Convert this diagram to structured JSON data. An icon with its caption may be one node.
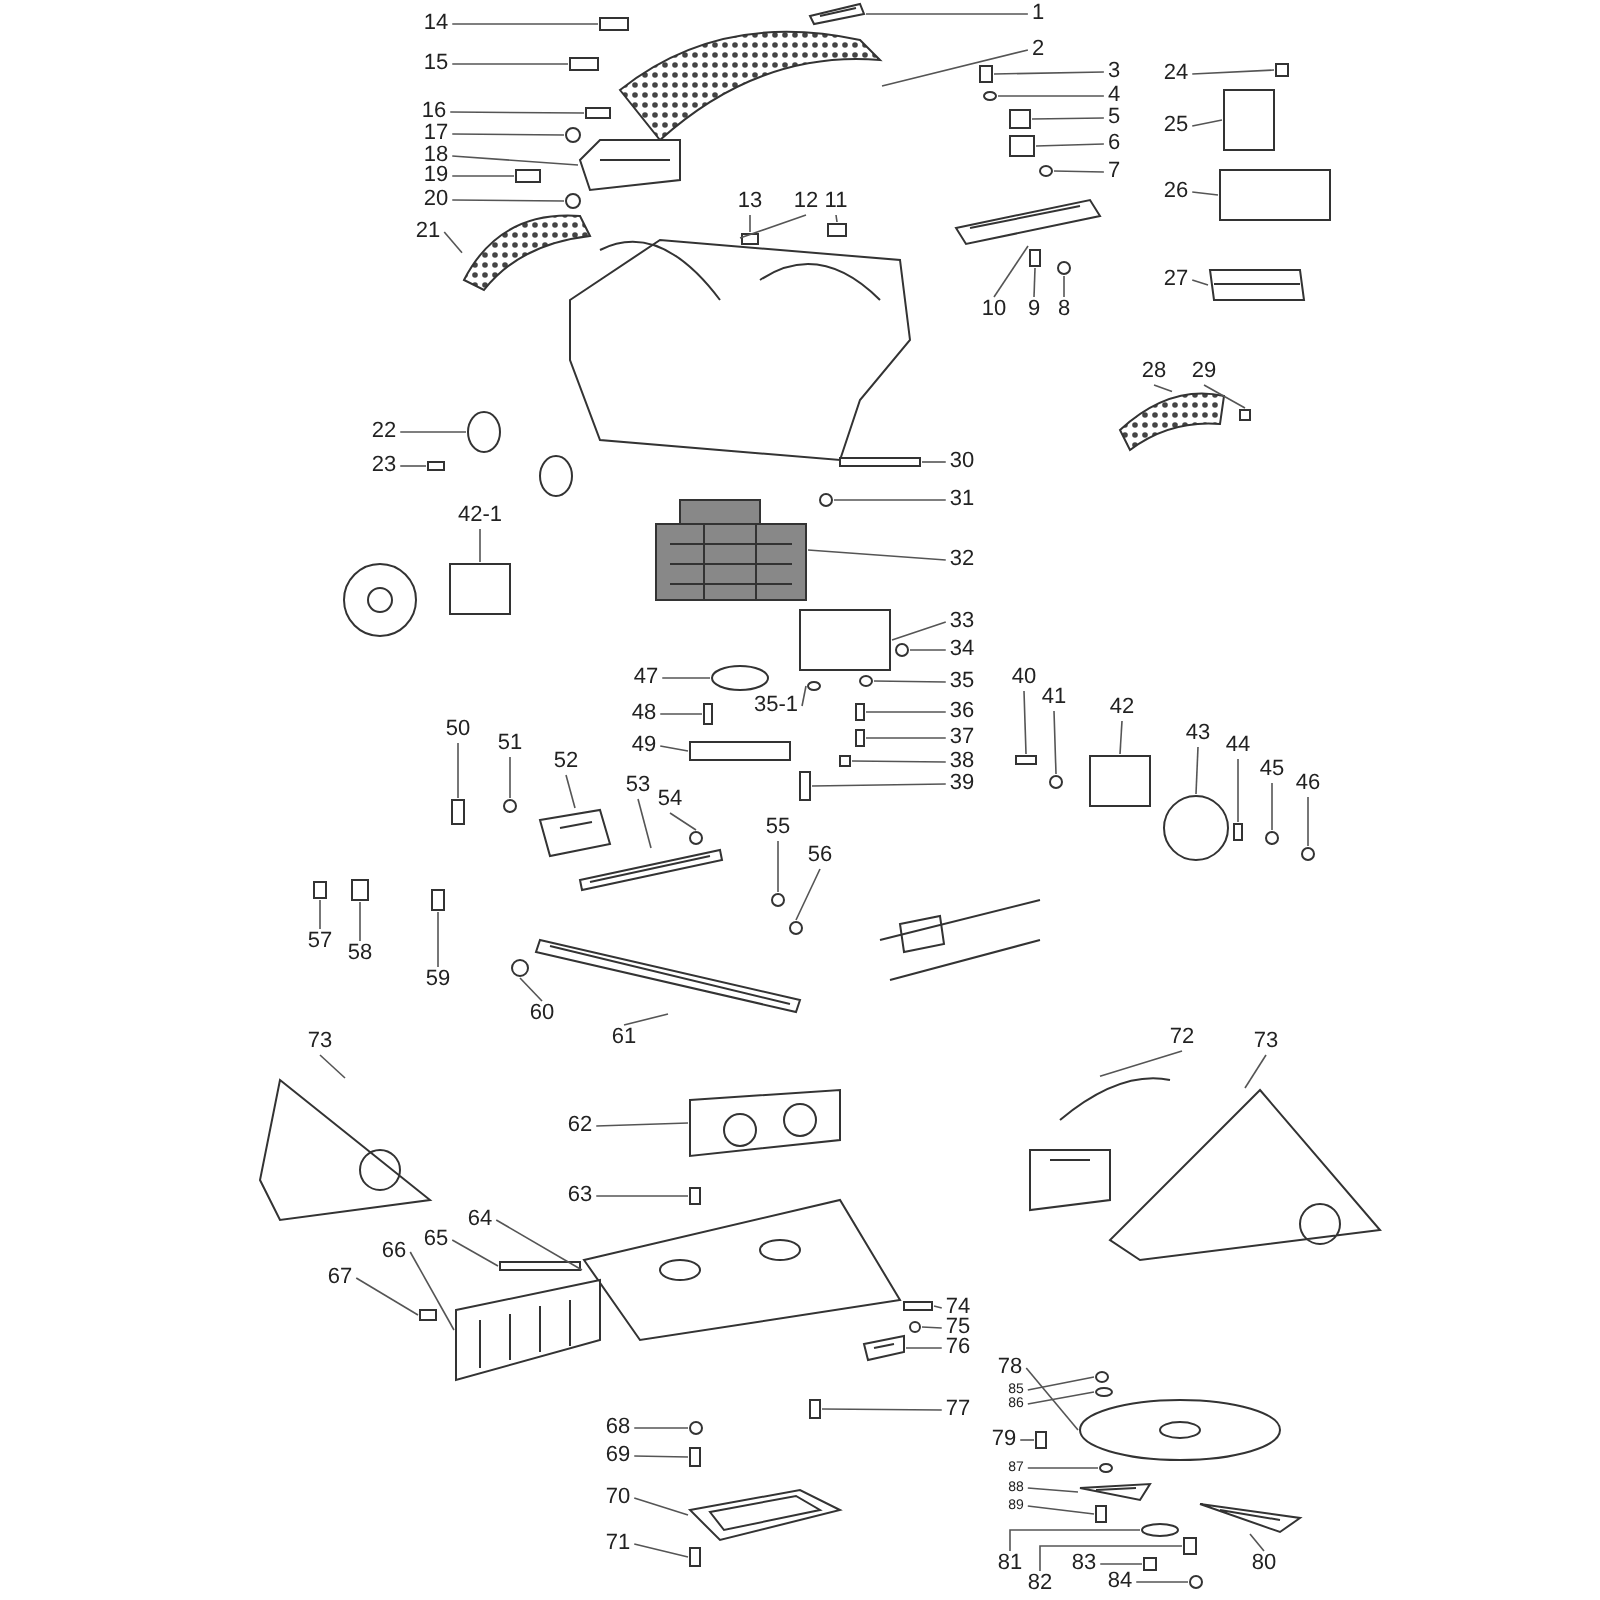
{
  "diagram": {
    "nodes": [
      {
        "text": [
          "1"
        ]
      },
      {
        "text": [
          "2"
        ]
      },
      {
        "text": [
          "3"
        ]
      },
      {
        "text": [
          "4"
        ]
      },
      {
        "text": [
          "5"
        ]
      },
      {
        "text": [
          "6"
        ]
      },
      {
        "text": [
          "7"
        ]
      },
      {
        "text": [
          "8"
        ]
      },
      {
        "text": [
          "9"
        ]
      },
      {
        "text": [
          "10"
        ]
      },
      {
        "text": [
          "11"
        ]
      },
      {
        "text": [
          "12"
        ]
      },
      {
        "text": [
          "13"
        ]
      },
      {
        "text": [
          "14"
        ]
      },
      {
        "text": [
          "15"
        ]
      },
      {
        "text": [
          "16"
        ]
      },
      {
        "text": [
          "17"
        ]
      },
      {
        "text": [
          "18"
        ]
      },
      {
        "text": [
          "19"
        ]
      },
      {
        "text": [
          "20"
        ]
      },
      {
        "text": [
          "21"
        ]
      },
      {
        "text": [
          "22"
        ]
      },
      {
        "text": [
          "23"
        ]
      },
      {
        "text": [
          "24"
        ]
      },
      {
        "text": [
          "25"
        ]
      },
      {
        "text": [
          "26"
        ]
      },
      {
        "text": [
          "27"
        ]
      },
      {
        "text": [
          "28"
        ]
      },
      {
        "text": [
          "29"
        ]
      },
      {
        "text": [
          "30"
        ]
      },
      {
        "text": [
          "31"
        ]
      },
      {
        "text": [
          "32"
        ]
      },
      {
        "text": [
          "33"
        ]
      },
      {
        "text": [
          "34"
        ]
      },
      {
        "text": [
          "35"
        ]
      },
      {
        "text": [
          "35-1"
        ]
      },
      {
        "text": [
          "36"
        ]
      },
      {
        "text": [
          "37"
        ]
      },
      {
        "text": [
          "38"
        ]
      },
      {
        "text": [
          "39"
        ]
      },
      {
        "text": [
          "40"
        ]
      },
      {
        "text": [
          "41"
        ]
      },
      {
        "text": [
          "42"
        ]
      },
      {
        "text": [
          "42-1"
        ]
      },
      {
        "text": [
          "43"
        ]
      },
      {
        "text": [
          "44"
        ]
      },
      {
        "text": [
          "45"
        ]
      },
      {
        "text": [
          "46"
        ]
      },
      {
        "text": [
          "47"
        ]
      },
      {
        "text": [
          "48"
        ]
      },
      {
        "text": [
          "49"
        ]
      },
      {
        "text": [
          "50"
        ]
      },
      {
        "text": [
          "51"
        ]
      },
      {
        "text": [
          "52"
        ]
      },
      {
        "text": [
          "53"
        ]
      },
      {
        "text": [
          "54"
        ]
      },
      {
        "text": [
          "55"
        ]
      },
      {
        "text": [
          "56"
        ]
      },
      {
        "text": [
          "57"
        ]
      },
      {
        "text": [
          "58"
        ]
      },
      {
        "text": [
          "59"
        ]
      },
      {
        "text": [
          "60"
        ]
      },
      {
        "text": [
          "61"
        ]
      },
      {
        "text": [
          "62"
        ]
      },
      {
        "text": [
          "63"
        ]
      },
      {
        "text": [
          "64"
        ]
      },
      {
        "text": [
          "65"
        ]
      },
      {
        "text": [
          "66"
        ]
      },
      {
        "text": [
          "67"
        ]
      },
      {
        "text": [
          "68"
        ]
      },
      {
        "text": [
          "69"
        ]
      },
      {
        "text": [
          "70"
        ]
      },
      {
        "text": [
          "71"
        ]
      },
      {
        "text": [
          "72"
        ]
      },
      {
        "text": [
          "73"
        ]
      },
      {
        "text": [
          "73"
        ]
      },
      {
        "text": [
          "74"
        ]
      },
      {
        "text": [
          "75"
        ]
      },
      {
        "text": [
          "76"
        ]
      },
      {
        "text": [
          "77"
        ]
      },
      {
        "text": [
          "78"
        ]
      },
      {
        "text": [
          "79"
        ]
      },
      {
        "text": [
          "80"
        ]
      },
      {
        "text": [
          "81"
        ]
      },
      {
        "text": [
          "82"
        ]
      },
      {
        "text": [
          "83"
        ]
      },
      {
        "text": [
          "84"
        ]
      },
      {
        "text": [
          "85"
        ]
      },
      {
        "text": [
          "86"
        ]
      },
      {
        "text": [
          "87"
        ]
      },
      {
        "text": [
          "88"
        ]
      },
      {
        "text": [
          "89"
        ]
      },
      {
        "text": [],
        "shape": "picture"
      },
      {
        "text": [],
        "shape": "picture"
      },
      {
        "text": [],
        "shape": "box"
      },
      {
        "text": [],
        "shape": "circle"
      },
      {
        "text": [],
        "shape": "box"
      },
      {
        "text": [],
        "shape": "box"
      },
      {
        "text": [],
        "shape": "circle"
      },
      {
        "text": [],
        "shape": "circle"
      },
      {
        "text": [],
        "shape": "box"
      },
      {
        "text": [],
        "shape": "picture"
      },
      {
        "text": [],
        "shape": "box"
      },
      {
        "text": [],
        "shape": "picture"
      },
      {
        "text": [],
        "shape": "box"
      },
      {
        "text": [],
        "shape": "box"
      },
      {
        "text": [],
        "shape": "box"
      },
      {
        "text": [],
        "shape": "box"
      },
      {
        "text": [],
        "shape": "circle"
      },
      {
        "text": [],
        "shape": "picture"
      },
      {
        "text": [],
        "shape": "box"
      },
      {
        "text": [],
        "shape": "circle"
      },
      {
        "text": [],
        "shape": "picture"
      },
      {
        "text": [],
        "shape": "circle"
      },
      {
        "text": [],
        "shape": "box"
      },
      {
        "text": [],
        "shape": "box"
      },
      {
        "text": [],
        "shape": "box"
      },
      {
        "text": [],
        "shape": "box"
      },
      {
        "text": [],
        "shape": "picture"
      },
      {
        "text": [],
        "shape": "picture"
      },
      {
        "text": [],
        "shape": "box"
      },
      {
        "text": [],
        "shape": "box"
      },
      {
        "text": [],
        "shape": "circle"
      },
      {
        "text": [],
        "shape": "picture"
      },
      {
        "text": [],
        "shape": "box"
      },
      {
        "text": [],
        "shape": "circle"
      },
      {
        "text": [],
        "shape": "circle"
      },
      {
        "text": [],
        "shape": "circle"
      },
      {
        "text": [],
        "shape": "box"
      },
      {
        "text": [],
        "shape": "box"
      },
      {
        "text": [],
        "shape": "box"
      },
      {
        "text": [],
        "shape": "box"
      },
      {
        "text": [],
        "shape": "box"
      },
      {
        "text": [],
        "shape": "circle"
      },
      {
        "text": [],
        "shape": "box"
      },
      {
        "text": [],
        "shape": "box"
      },
      {
        "text": [],
        "shape": "circle"
      },
      {
        "text": [],
        "shape": "box"
      },
      {
        "text": [],
        "shape": "circle"
      },
      {
        "text": [],
        "shape": "circle"
      },
      {
        "text": [],
        "shape": "circle"
      },
      {
        "text": [],
        "shape": "box"
      },
      {
        "text": [],
        "shape": "box"
      },
      {
        "text": [],
        "shape": "box"
      },
      {
        "text": [],
        "shape": "circle"
      },
      {
        "text": [],
        "shape": "picture"
      },
      {
        "text": [],
        "shape": "picture"
      },
      {
        "text": [],
        "shape": "circle"
      },
      {
        "text": [],
        "shape": "circle"
      },
      {
        "text": [],
        "shape": "circle"
      },
      {
        "text": [],
        "shape": "box"
      },
      {
        "text": [],
        "shape": "box"
      },
      {
        "text": [],
        "shape": "box"
      },
      {
        "text": [],
        "shape": "circle"
      },
      {
        "text": [],
        "shape": "picture"
      },
      {
        "text": [],
        "shape": "picture"
      },
      {
        "text": [],
        "shape": "box"
      },
      {
        "text": [],
        "shape": "picture"
      },
      {
        "text": [],
        "shape": "box"
      },
      {
        "text": [],
        "shape": "picture"
      },
      {
        "text": [],
        "shape": "box"
      },
      {
        "text": [],
        "shape": "circle"
      },
      {
        "text": [],
        "shape": "box"
      },
      {
        "text": [],
        "shape": "picture"
      },
      {
        "text": [],
        "shape": "box"
      },
      {
        "text": [],
        "shape": "picture"
      },
      {
        "text": [],
        "shape": "picture"
      },
      {
        "text": [],
        "shape": "picture"
      },
      {
        "text": [],
        "shape": "box"
      },
      {
        "text": [],
        "shape": "circle"
      },
      {
        "text": [],
        "shape": "picture"
      },
      {
        "text": [],
        "shape": "box"
      },
      {
        "text": [],
        "shape": "picture"
      },
      {
        "text": [],
        "shape": "box"
      },
      {
        "text": [],
        "shape": "picture"
      },
      {
        "text": [],
        "shape": "circle"
      },
      {
        "text": [],
        "shape": "box"
      },
      {
        "text": [],
        "shape": "box"
      },
      {
        "text": [],
        "shape": "circle"
      },
      {
        "text": [],
        "shape": "circle"
      },
      {
        "text": [],
        "shape": "circle"
      },
      {
        "text": [],
        "shape": "circle"
      },
      {
        "text": [],
        "shape": "picture"
      },
      {
        "text": [],
        "shape": "box"
      }
    ],
    "edges": [
      {
        "from": 0,
        "to": 92,
        "arrow": "none"
      },
      {
        "from": 1,
        "to": 93,
        "arrow": "none"
      },
      {
        "from": 2,
        "to": 94,
        "arrow": "none"
      },
      {
        "from": 3,
        "to": 95,
        "arrow": "none"
      },
      {
        "from": 4,
        "to": 96,
        "arrow": "none"
      },
      {
        "from": 5,
        "to": 97,
        "arrow": "none"
      },
      {
        "from": 6,
        "to": 98,
        "arrow": "none"
      },
      {
        "from": 7,
        "to": 99,
        "arrow": "none"
      },
      {
        "from": 8,
        "to": 100,
        "arrow": "none"
      },
      {
        "from": 9,
        "to": 101,
        "arrow": "none"
      },
      {
        "from": 10,
        "to": 102,
        "arrow": "none"
      },
      {
        "from": 11,
        "to": 103,
        "arrow": "none"
      },
      {
        "from": 12,
        "to": 104,
        "arrow": "none"
      },
      {
        "from": 13,
        "to": 105,
        "arrow": "none"
      },
      {
        "from": 14,
        "to": 106,
        "arrow": "none"
      },
      {
        "from": 15,
        "to": 107,
        "arrow": "none"
      },
      {
        "from": 16,
        "to": 108,
        "arrow": "none"
      },
      {
        "from": 17,
        "to": 109,
        "arrow": "none"
      },
      {
        "from": 18,
        "to": 110,
        "arrow": "none"
      },
      {
        "from": 19,
        "to": 111,
        "arrow": "none"
      },
      {
        "from": 20,
        "to": 112,
        "arrow": "none"
      },
      {
        "from": 21,
        "to": 113,
        "arrow": "none"
      },
      {
        "from": 22,
        "to": 114,
        "arrow": "none"
      },
      {
        "from": 23,
        "to": 115,
        "arrow": "none"
      },
      {
        "from": 24,
        "to": 116,
        "arrow": "none"
      },
      {
        "from": 25,
        "to": 117,
        "arrow": "none"
      },
      {
        "from": 26,
        "to": 118,
        "arrow": "none"
      },
      {
        "from": 27,
        "to": 119,
        "arrow": "none"
      },
      {
        "from": 28,
        "to": 120,
        "arrow": "none"
      },
      {
        "from": 29,
        "to": 121,
        "arrow": "none"
      },
      {
        "from": 30,
        "to": 122,
        "arrow": "none"
      },
      {
        "from": 31,
        "to": 123,
        "arrow": "none"
      },
      {
        "from": 32,
        "to": 124,
        "arrow": "none"
      },
      {
        "from": 33,
        "to": 125,
        "arrow": "none"
      },
      {
        "from": 34,
        "to": 126,
        "arrow": "none"
      },
      {
        "from": 35,
        "to": 127,
        "arrow": "none"
      },
      {
        "from": 36,
        "to": 128,
        "arrow": "none"
      },
      {
        "from": 37,
        "to": 129,
        "arrow": "none"
      },
      {
        "from": 38,
        "to": 130,
        "arrow": "none"
      },
      {
        "from": 39,
        "to": 131,
        "arrow": "none"
      },
      {
        "from": 40,
        "to": 132,
        "arrow": "none"
      },
      {
        "from": 41,
        "to": 133,
        "arrow": "none"
      },
      {
        "from": 42,
        "to": 134,
        "arrow": "none"
      },
      {
        "from": 43,
        "to": 135,
        "arrow": "none"
      },
      {
        "from": 44,
        "to": 136,
        "arrow": "none"
      },
      {
        "from": 45,
        "to": 137,
        "arrow": "none"
      },
      {
        "from": 46,
        "to": 138,
        "arrow": "none"
      },
      {
        "from": 47,
        "to": 139,
        "arrow": "none"
      },
      {
        "from": 48,
        "to": 140,
        "arrow": "none"
      },
      {
        "from": 49,
        "to": 141,
        "arrow": "none"
      },
      {
        "from": 50,
        "to": 142,
        "arrow": "none"
      },
      {
        "from": 51,
        "to": 143,
        "arrow": "none"
      },
      {
        "from": 52,
        "to": 144,
        "arrow": "none"
      },
      {
        "from": 53,
        "to": 145,
        "arrow": "none"
      },
      {
        "from": 54,
        "to": 146,
        "arrow": "none"
      },
      {
        "from": 55,
        "to": 147,
        "arrow": "none"
      },
      {
        "from": 56,
        "to": 148,
        "arrow": "none"
      },
      {
        "from": 57,
        "to": 149,
        "arrow": "none"
      },
      {
        "from": 58,
        "to": 150,
        "arrow": "none"
      },
      {
        "from": 59,
        "to": 151,
        "arrow": "none"
      },
      {
        "from": 60,
        "to": 152,
        "arrow": "none"
      },
      {
        "from": 61,
        "to": 153,
        "arrow": "none"
      },
      {
        "from": 62,
        "to": 154,
        "arrow": "none"
      },
      {
        "from": 63,
        "to": 155,
        "arrow": "none"
      },
      {
        "from": 64,
        "to": 156,
        "arrow": "none"
      },
      {
        "from": 65,
        "to": 157,
        "arrow": "none"
      },
      {
        "from": 66,
        "to": 158,
        "arrow": "none"
      },
      {
        "from": 67,
        "to": 159,
        "arrow": "none"
      },
      {
        "from": 68,
        "to": 160,
        "arrow": "none"
      },
      {
        "from": 69,
        "to": 161,
        "arrow": "none"
      },
      {
        "from": 70,
        "to": 162,
        "arrow": "none"
      },
      {
        "from": 71,
        "to": 163,
        "arrow": "none"
      },
      {
        "from": 72,
        "to": 164,
        "arrow": "none"
      },
      {
        "from": 73,
        "to": 165,
        "arrow": "none"
      },
      {
        "from": 74,
        "to": 166,
        "arrow": "none"
      },
      {
        "from": 75,
        "to": 167,
        "arrow": "none"
      },
      {
        "from": 76,
        "to": 168,
        "arrow": "none"
      },
      {
        "from": 77,
        "to": 169,
        "arrow": "none"
      },
      {
        "from": 78,
        "to": 170,
        "arrow": "none"
      },
      {
        "from": 79,
        "to": 171,
        "arrow": "none"
      },
      {
        "from": 80,
        "to": 172,
        "arrow": "none"
      },
      {
        "from": 81,
        "to": 173,
        "arrow": "none"
      },
      {
        "from": 82,
        "to": 174,
        "arrow": "none"
      },
      {
        "from": 83,
        "to": 175,
        "arrow": "none"
      },
      {
        "from": 84,
        "to": 176,
        "arrow": "none"
      },
      {
        "from": 85,
        "to": 177,
        "arrow": "none"
      },
      {
        "from": 86,
        "to": 178,
        "arrow": "none"
      },
      {
        "from": 87,
        "to": 179,
        "arrow": "none"
      },
      {
        "from": 88,
        "to": 180,
        "arrow": "none"
      },
      {
        "from": 89,
        "to": 181,
        "arrow": "none"
      },
      {
        "from": 90,
        "to": 182,
        "arrow": "none"
      },
      {
        "from": 91,
        "to": 183,
        "arrow": "none"
      }
    ]
  }
}
